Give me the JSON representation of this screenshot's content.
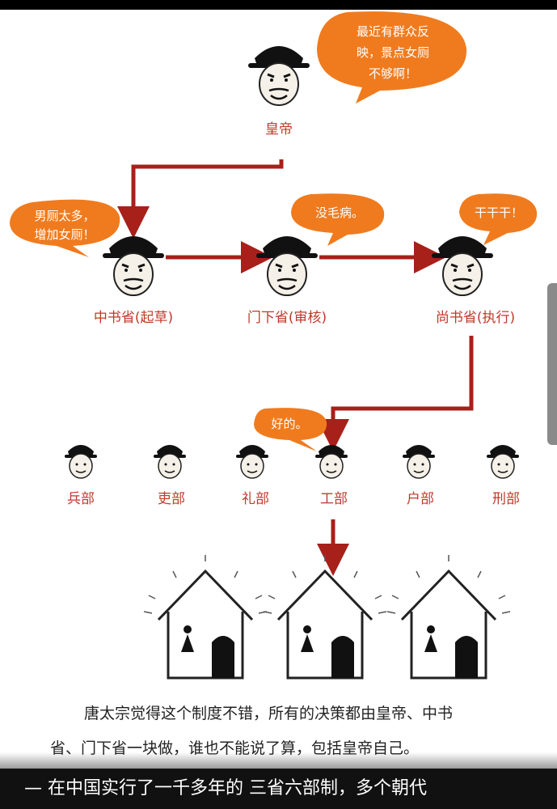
{
  "emperor": {
    "label": "皇帝",
    "speech": [
      "最近有群众反",
      "映，景点女厕",
      "不够啊！"
    ]
  },
  "departments": [
    {
      "label": "中书省(起草)",
      "speech": [
        "男厕太多，",
        "增加女厕！"
      ]
    },
    {
      "label": "门下省(审核)",
      "speech": [
        "没毛病。"
      ]
    },
    {
      "label": "尚书省(执行)",
      "speech": [
        "干干干！"
      ]
    }
  ],
  "ministries": [
    {
      "label": "兵部"
    },
    {
      "label": "吏部"
    },
    {
      "label": "礼部"
    },
    {
      "label": "工部",
      "speech": "好的。"
    },
    {
      "label": "户部"
    },
    {
      "label": "刑部"
    }
  ],
  "caption": {
    "line1": "唐太宗觉得这个制度不错，所有的决策都由皇帝、中书",
    "line2": "省、门下省一块做，谁也不能说了算，包括皇帝自己。"
  },
  "subtitle": "— 在中国实行了一千多年的 三省六部制，多个朝代",
  "colors": {
    "arrow": "#a8201a",
    "bubble": "#f07b1e",
    "label": "#c0392b"
  }
}
